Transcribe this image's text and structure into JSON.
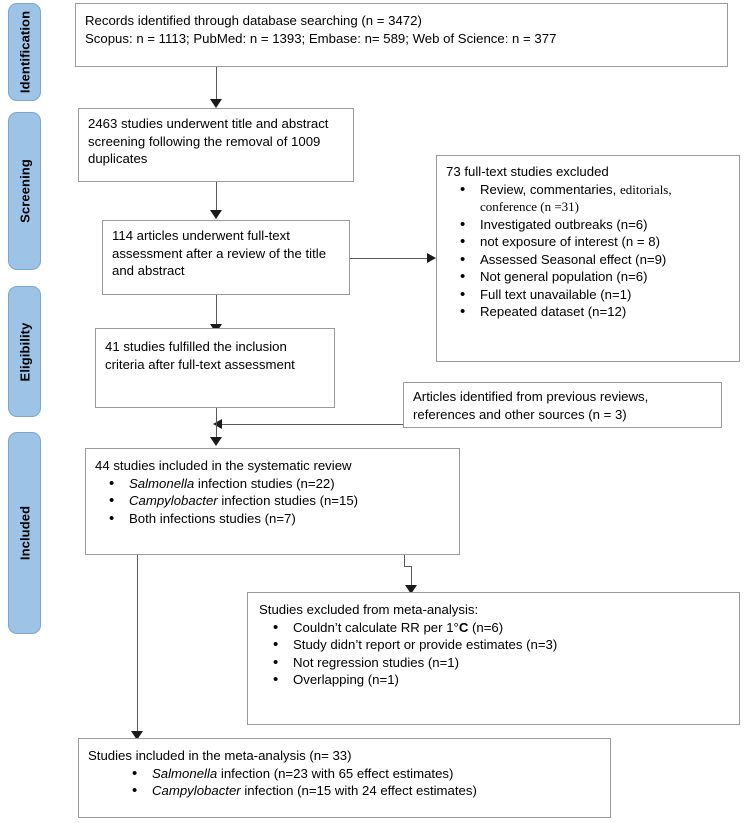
{
  "diagram": {
    "title": "PRISMA study selection flow diagram",
    "accent_color": "#9DC3E6",
    "box_border_color": "#9a9a9a",
    "connector_color": "#595959"
  },
  "phases": [
    {
      "id": "identification",
      "label": "Identification"
    },
    {
      "id": "screening",
      "label": "Screening"
    },
    {
      "id": "eligibility",
      "label": "Eligibility"
    },
    {
      "id": "included",
      "label": "Included"
    }
  ],
  "boxes": {
    "records_identified": {
      "line1": "Records identified through database searching (n = 3472)",
      "line2": "Scopus: n = 1113; PubMed: n = 1393; Embase: n= 589; Web of Science: n = 377"
    },
    "title_abstract_screening": {
      "text": "2463 studies underwent title and abstract screening following the removal of 1009 duplicates"
    },
    "fulltext_assessment": {
      "text": "114 articles underwent full-text assessment after a review of the title and abstract"
    },
    "fulltext_excluded": {
      "heading": "73 full-text studies excluded",
      "items": [
        {
          "lead": "Review, commentaries, ",
          "serif": "editorials, conference (n =31)"
        },
        {
          "lead": "Investigated outbreaks (n=6)"
        },
        {
          "lead": "not exposure of interest (n = 8)"
        },
        {
          "lead": "Assessed Seasonal effect (n=9)"
        },
        {
          "lead": "Not general population (n=6)"
        },
        {
          "lead": "Full text unavailable (n=1)"
        },
        {
          "lead": "Repeated dataset (n=12)"
        }
      ]
    },
    "inclusion_criteria": {
      "text": "41 studies fulfilled the inclusion criteria after full-text assessment"
    },
    "other_sources": {
      "text": "Articles identified from previous reviews, references and other sources (n = 3)"
    },
    "systematic_review_included": {
      "heading": "44 studies included in the systematic review",
      "items": [
        {
          "italic": "Salmonella",
          "rest": " infection studies (n=22)"
        },
        {
          "italic": "Campylobacter",
          "rest": " infection studies (n=15)"
        },
        {
          "italic": "",
          "rest": "Both infections studies (n=7)"
        }
      ]
    },
    "meta_excluded": {
      "heading": "Studies excluded from meta-analysis:",
      "items": [
        {
          "pre": "Couldn’t calculate RR per 1°",
          "bold": "C",
          "post": " (n=6)"
        },
        {
          "pre": "Study didn’t report or provide estimates (n=3)"
        },
        {
          "pre": "Not regression studies (n=1)"
        },
        {
          "pre": "Overlapping (n=1)"
        }
      ]
    },
    "meta_included": {
      "heading": "Studies included in the meta-analysis (n= 33)",
      "items": [
        {
          "italic": "Salmonella",
          "rest": " infection (n=23 with 65 effect estimates)"
        },
        {
          "italic": "Campylobacter",
          "rest": " infection (n=15 with 24 effect estimates)"
        }
      ]
    }
  }
}
